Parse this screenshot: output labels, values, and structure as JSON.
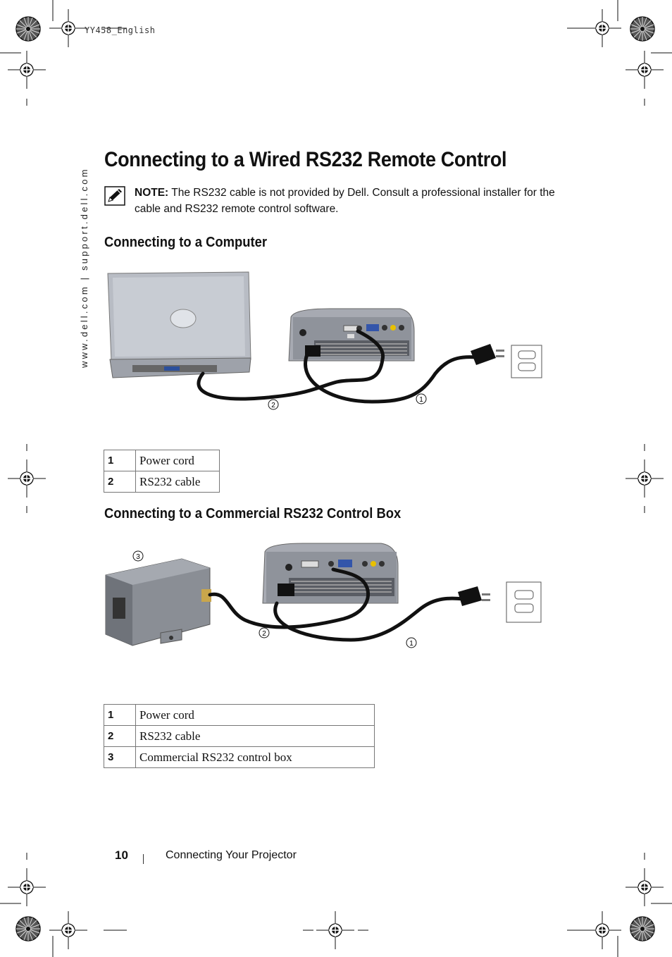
{
  "slug": "YY458_English",
  "side_url": "www.dell.com | support.dell.com",
  "title": "Connecting to a Wired RS232 Remote Control",
  "note": {
    "label": "NOTE:",
    "text": " The RS232 cable is not provided by Dell. Consult a professional installer for the cable and RS232 remote control software."
  },
  "section1": {
    "heading": "Connecting to a Computer",
    "callouts": [
      "2",
      "1"
    ],
    "legend": [
      {
        "num": "1",
        "label": "Power cord"
      },
      {
        "num": "2",
        "label": "RS232 cable"
      }
    ]
  },
  "section2": {
    "heading": "Connecting to a Commercial RS232 Control Box",
    "callouts": [
      "3",
      "2",
      "1"
    ],
    "legend": [
      {
        "num": "1",
        "label": "Power cord"
      },
      {
        "num": "2",
        "label": "RS232 cable"
      },
      {
        "num": "3",
        "label": "Commercial RS232 control box"
      }
    ]
  },
  "footer": {
    "page_number": "10",
    "chapter": "Connecting Your Projector"
  }
}
